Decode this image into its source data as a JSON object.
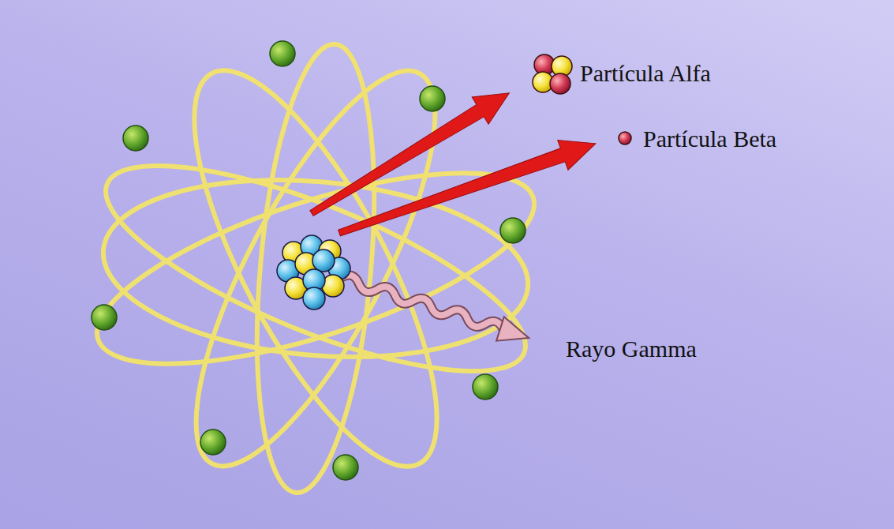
{
  "diagram": {
    "labels": [
      "Partícula Alfa",
      "Partícula Beta",
      "Rayo Gamma"
    ]
  }
}
